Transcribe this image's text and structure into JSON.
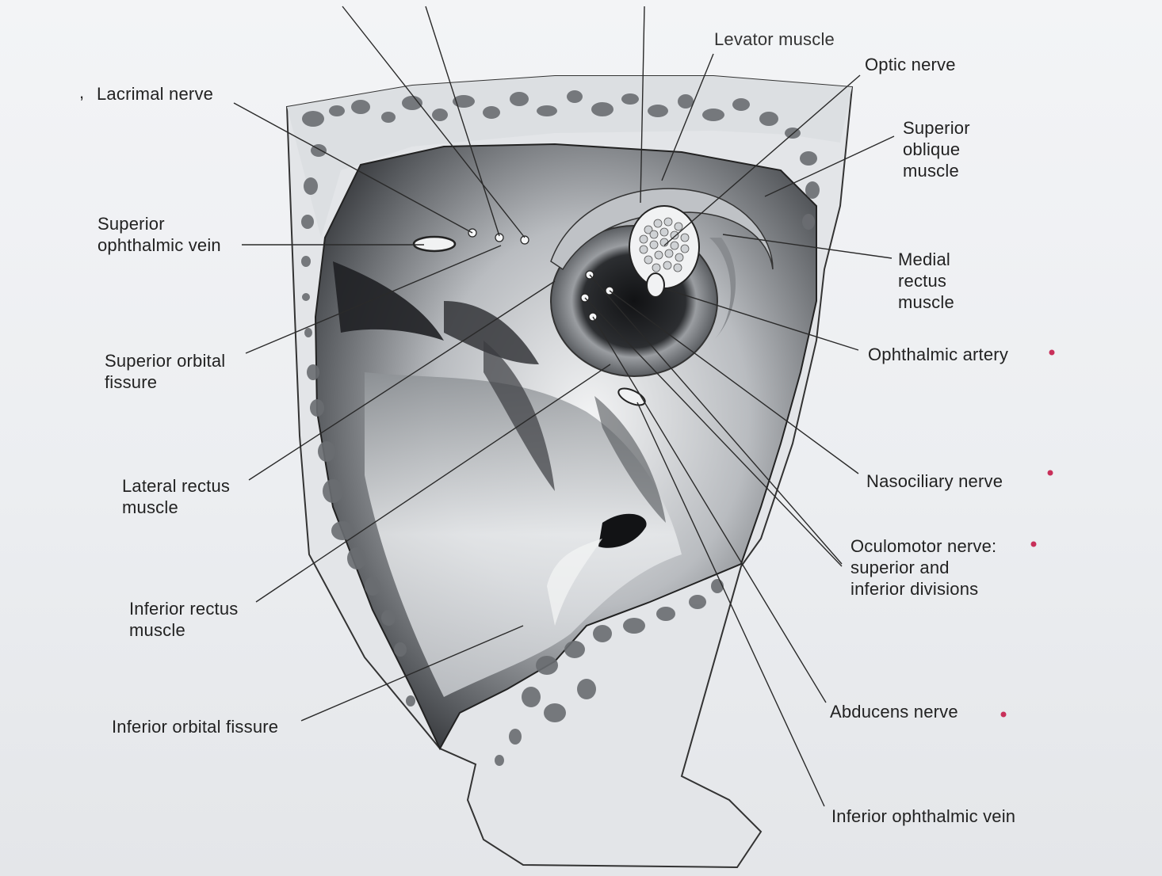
{
  "colors": {
    "ink": "#222222",
    "paper": "#eef0f2",
    "bone": "#d9dcdf",
    "marrow": "#5c5f63",
    "shadow": "#1e1f22",
    "mark_red": "#c8305a"
  },
  "labels": {
    "levator_muscle": "Levator muscle",
    "optic_nerve": "Optic nerve",
    "lacrimal_nerve": "Lacrimal nerve",
    "superior_oblique_muscle": "Superior\noblique\nmuscle",
    "superior_ophthalmic_vein": "Superior\nophthalmic vein",
    "medial_rectus_muscle": "Medial\nrectus\nmuscle",
    "ophthalmic_artery": "Ophthalmic artery",
    "superior_orbital_fissure": "Superior orbital\nfissure",
    "nasociliary_nerve": "Nasociliary nerve",
    "lateral_rectus_muscle": "Lateral rectus\nmuscle",
    "oculomotor_nerve": "Oculomotor nerve:\nsuperior and\ninferior divisions",
    "inferior_rectus_muscle": "Inferior rectus\nmuscle",
    "abducens_nerve": "Abducens nerve",
    "inferior_orbital_fissure": "Inferior orbital fissure",
    "inferior_ophthalmic_vein": "Inferior ophthalmic vein"
  },
  "margin_marks": {
    "comma": ","
  }
}
